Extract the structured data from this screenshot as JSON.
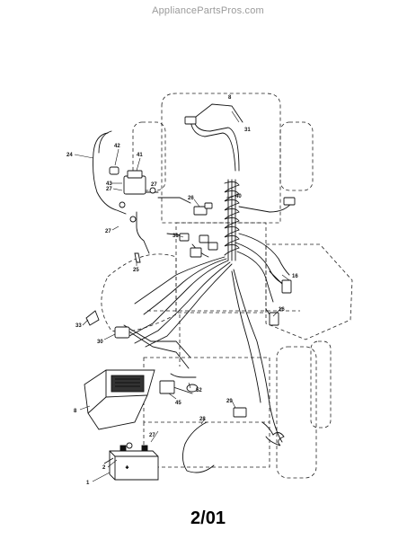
{
  "watermark": "AppliancePartsPros.com",
  "date_code": "2/01",
  "callouts": [
    "1",
    "2",
    "8",
    "16",
    "24",
    "26",
    "27",
    "28",
    "29",
    "30",
    "31",
    "33",
    "40",
    "41",
    "42",
    "43",
    "45",
    "52"
  ],
  "colors": {
    "line": "#111111",
    "outline_dashed": "#222222",
    "watermark_text": "#9a9a9a"
  }
}
